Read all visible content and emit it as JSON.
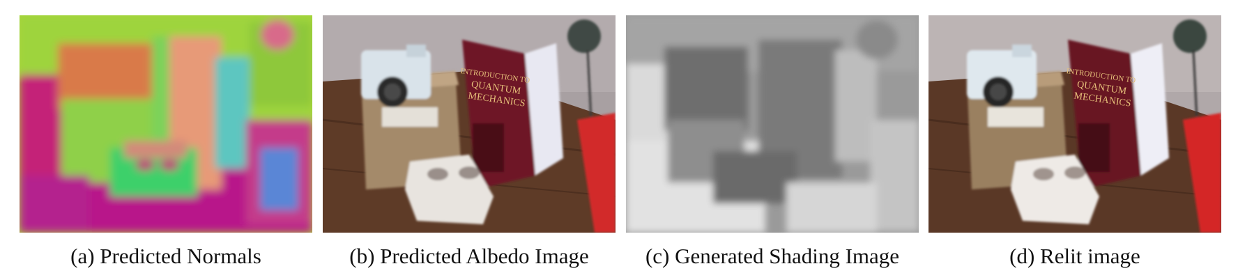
{
  "figure": {
    "panels": [
      {
        "id": "a",
        "caption": "(a) Predicted Normals"
      },
      {
        "id": "b",
        "caption": "(b) Predicted Albedo Image"
      },
      {
        "id": "c",
        "caption": "(c) Generated Shading Image"
      },
      {
        "id": "d",
        "caption": "(d) Relit image"
      }
    ],
    "book_title": [
      "INTRODUCTION TO",
      "QUANTUM",
      "MECHANICS"
    ]
  },
  "colors": {
    "normals_magenta": "#c01a86",
    "normals_green": "#8fd63a",
    "table_brown": "#5a3a26",
    "book_red": "#6e1626",
    "shading_gray": "#9a9a9a"
  }
}
